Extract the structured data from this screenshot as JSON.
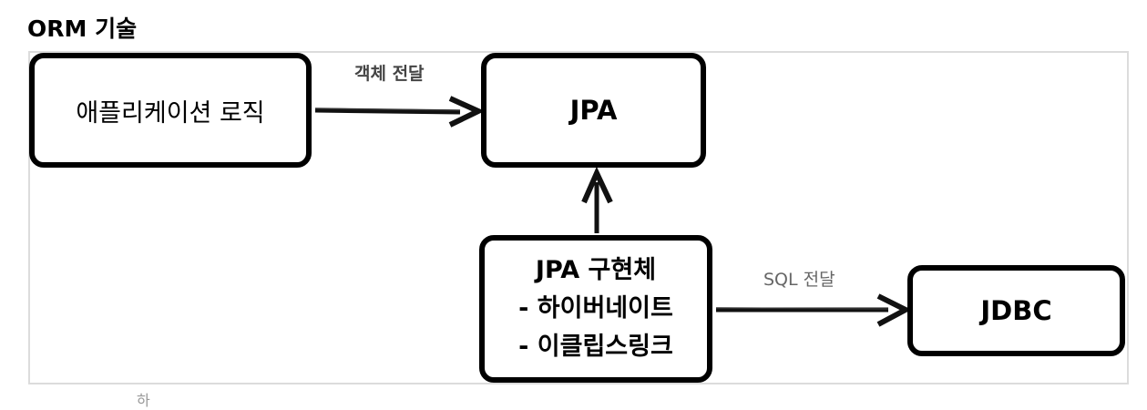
{
  "title": "ORM 기술",
  "colors": {
    "box_border": "#000000",
    "canvas_border": "#dcdcdc",
    "edge_label_bold": "#444444",
    "edge_label_light": "#666666"
  },
  "nodes": {
    "app_logic": "애플리케이션 로직",
    "jpa": "JPA",
    "jpa_impl": {
      "line1": "JPA 구현체",
      "line2": "- 하이버네이트",
      "line3": "- 이클립스링크"
    },
    "jdbc": "JDBC"
  },
  "edges": {
    "app_to_jpa": "객체 전달",
    "impl_to_jdbc": "SQL 전달"
  },
  "footer": "하"
}
